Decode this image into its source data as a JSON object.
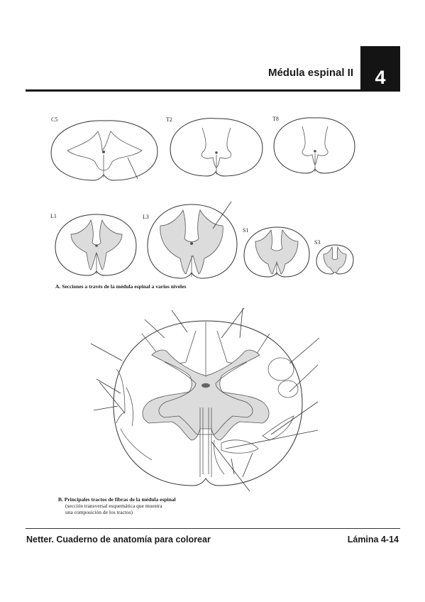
{
  "header": {
    "title": "Médula espinal II",
    "chapter": "4"
  },
  "levels": {
    "c5": "C5",
    "t2": "T2",
    "t8": "T8",
    "l1": "L1",
    "l3": "L3",
    "s1": "S1",
    "s3": "S3"
  },
  "captions": {
    "a": "A. Secciones a través de la médula espinal a varios niveles",
    "b_line1": "B. Principales tractos de fibras de la médula espinal",
    "b_line2": "(sección transversal esquemática que muestra",
    "b_line3": "una composición de los tractos)"
  },
  "footer": {
    "left": "Netter. Cuaderno de anatomía para colorear",
    "right": "Lámina 4-14"
  },
  "colors": {
    "chapter_box": "#141414",
    "gray_matter_fill": "#dcdcdc"
  }
}
